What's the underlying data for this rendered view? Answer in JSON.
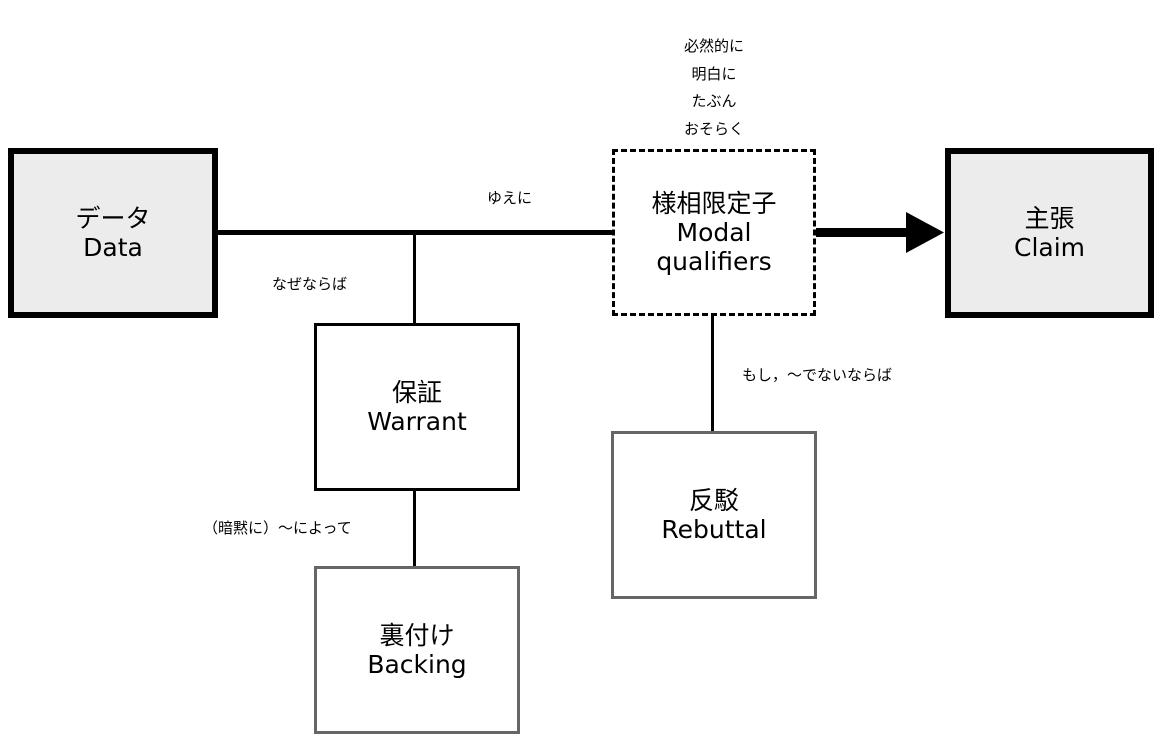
{
  "nodes": {
    "data": {
      "ja": "データ",
      "en": "Data"
    },
    "claim": {
      "ja": "主張",
      "en": "Claim"
    },
    "qualifier": {
      "ja": "様相限定子",
      "en1": "Modal",
      "en2": "qualifiers"
    },
    "warrant": {
      "ja": "保証",
      "en": "Warrant"
    },
    "backing": {
      "ja": "裏付け",
      "en": "Backing"
    },
    "rebuttal": {
      "ja": "反駁",
      "en": "Rebuttal"
    }
  },
  "edge_labels": {
    "therefore": "ゆえに",
    "since": "なぜならば",
    "on_account_of": "（暗黙に）〜によって",
    "unless": "もし，〜でないならば"
  },
  "qualifier_examples": [
    "必然的に",
    "明白に",
    "たぶん",
    "おそらく"
  ],
  "colors": {
    "primary_fill": "#ececec",
    "stroke": "#000000",
    "secondary_stroke": "#666666"
  }
}
